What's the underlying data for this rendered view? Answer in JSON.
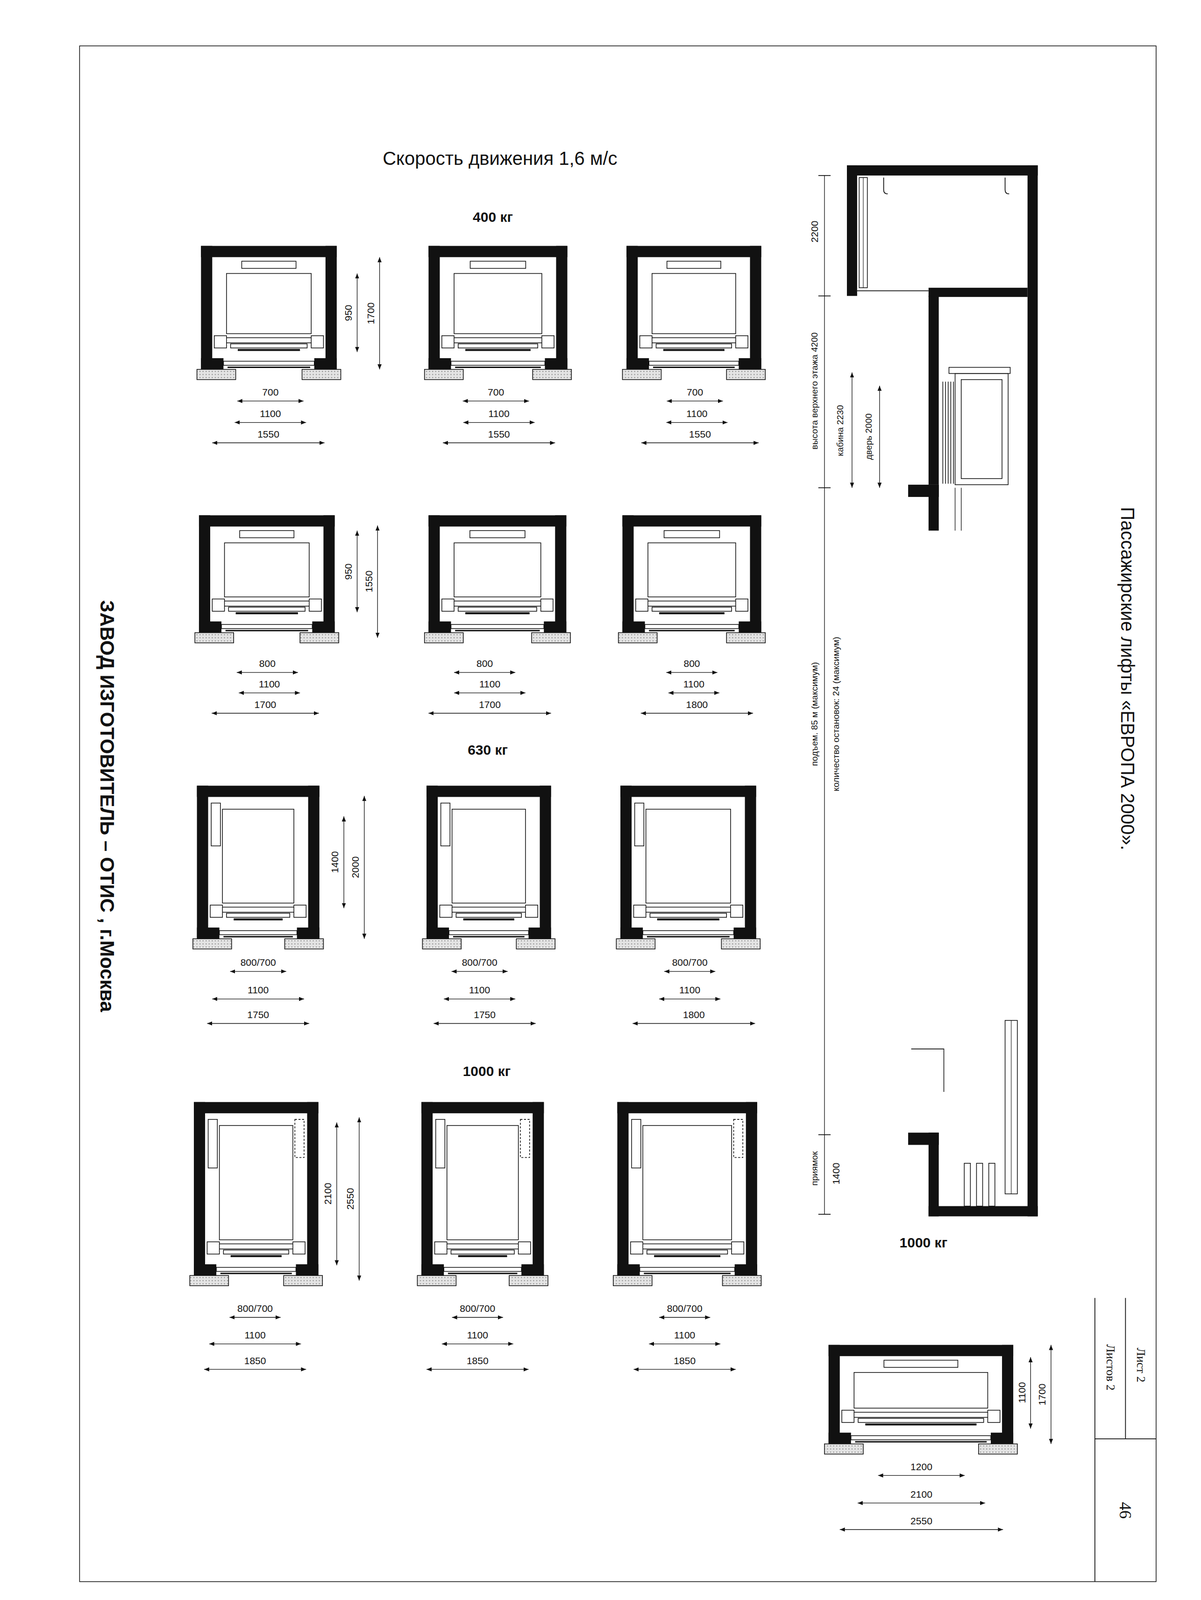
{
  "diagram": {
    "title": "Пассажирские лифты «ЕВРОПА 2000».",
    "labels": [
      "Скорость движения 1,6 м/с",
      "400 кг",
      "950",
      "1700",
      "700",
      "1100",
      "1550",
      "700",
      "1100",
      "1550",
      "700",
      "1100",
      "1550",
      "950",
      "1550",
      "800",
      "1100",
      "1700",
      "800",
      "1100",
      "1700",
      "800",
      "1100",
      "1800",
      "630 кг",
      "1400",
      "2000",
      "800/700",
      "1100",
      "1750",
      "800/700",
      "1100",
      "1750",
      "800/700",
      "1100",
      "1800",
      "1000 кг",
      "2100",
      "2550",
      "800/700",
      "1100",
      "1850",
      "800/700",
      "1100",
      "1850",
      "800/700",
      "1100",
      "1850",
      "2200",
      "высота верхнего этажа 4200",
      "кабина 2230",
      "дверь 2000",
      "подъем. 85 м (максимум)",
      "количество остановок: 24 (максимум)",
      "приямок",
      "1400",
      "1000 кг",
      "1100",
      "1700",
      "1200",
      "2100",
      "2550",
      "ЗАВОД ИЗГОТОВИТЕЛЬ – ОТИС , г.Москва",
      "Лист 2",
      "Листов 2",
      "46"
    ]
  }
}
